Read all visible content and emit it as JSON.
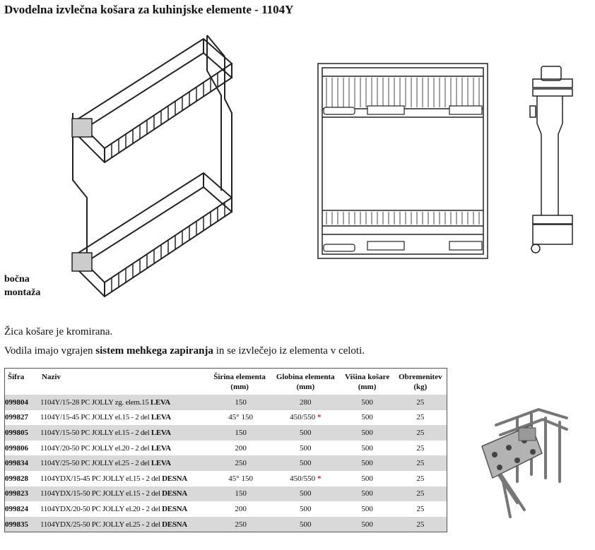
{
  "title": "Dvodelna izvlečna košara za kuhinjske elemente - 1104Y",
  "side_label": {
    "line1": "bočna",
    "line2": "montaža"
  },
  "note1": "Žica košare je kromirana.",
  "note2": {
    "before": "Vodila imajo vgrajen ",
    "bold": "sistem mehkega zapiranja",
    "after": " in se izvlečejo iz elementa v celoti."
  },
  "table": {
    "headers": {
      "code": "Šifra",
      "name": "Naziv",
      "width": "Širina elementa",
      "width_unit": "(mm)",
      "depth": "Globina elementa",
      "depth_unit": "(mm)",
      "height": "Višina košare",
      "height_unit": "(mm)",
      "load": "Obremenitev",
      "load_unit": "(kg)"
    },
    "rows": [
      {
        "code": "099804",
        "name": "1104Y/15-28 PC JOLLY zg. elem.15 ",
        "side": "LEVA",
        "angle": "",
        "width": "150",
        "depth": "280",
        "star": "",
        "height": "500",
        "load": "25"
      },
      {
        "code": "099827",
        "name": "1104Y/15-45 PC JOLLY el.15 - 2 del ",
        "side": "LEVA",
        "angle": "45°",
        "width": "150",
        "depth": "450/550",
        "star": "*",
        "height": "500",
        "load": "25"
      },
      {
        "code": "099805",
        "name": "1104Y/15-50 PC JOLLY el.15 - 2 del ",
        "side": "LEVA",
        "angle": "",
        "width": "150",
        "depth": "500",
        "star": "",
        "height": "500",
        "load": "25"
      },
      {
        "code": "099806",
        "name": "1104Y/20-50 PC JOLLY el.20 - 2 del ",
        "side": "LEVA",
        "angle": "",
        "width": "200",
        "depth": "500",
        "star": "",
        "height": "500",
        "load": "25"
      },
      {
        "code": "099834",
        "name": "1104Y/25-50 PC JOLLY el.25 - 2 del ",
        "side": "LEVA",
        "angle": "",
        "width": "250",
        "depth": "500",
        "star": "",
        "height": "500",
        "load": "25"
      },
      {
        "code": "099828",
        "name": "1104YDX/15-45 PC JOLLY el.15 - 2 del ",
        "side": "DESNA",
        "angle": "45°",
        "width": "150",
        "depth": "450/550",
        "star": "*",
        "height": "500",
        "load": "25"
      },
      {
        "code": "099823",
        "name": "1104YDX/15-50 PC JOLLY el.15 - 2 del ",
        "side": "DESNA",
        "angle": "",
        "width": "150",
        "depth": "500",
        "star": "",
        "height": "500",
        "load": "25"
      },
      {
        "code": "099824",
        "name": "1104YDX/20-50 PC JOLLY el.20 - 2 del ",
        "side": "DESNA",
        "angle": "",
        "width": "200",
        "depth": "500",
        "star": "",
        "height": "500",
        "load": "25"
      },
      {
        "code": "099835",
        "name": "1104YDX/25-50 PC JOLLY el.25 - 2 del ",
        "side": "DESNA",
        "angle": "",
        "width": "250",
        "depth": "500",
        "star": "",
        "height": "500",
        "load": "25"
      }
    ]
  },
  "colors": {
    "row_shade": "#d9d9d9",
    "star": "#d22222",
    "line": "#222222"
  }
}
